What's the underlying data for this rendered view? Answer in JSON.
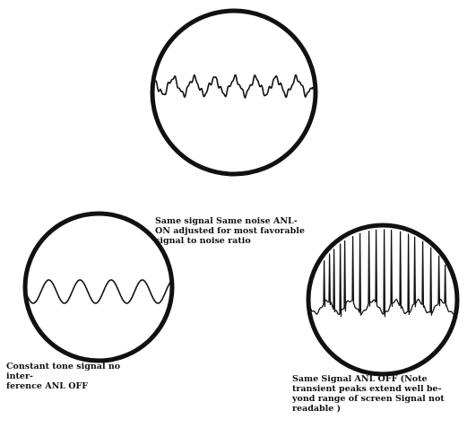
{
  "figure": {
    "captions": {
      "top": "Same signal  Same noise  ANL-\nON adjusted for most favorable\nsignal to noise ratio",
      "bottom_left": "Constant tone signal no inter-\nference ANL OFF",
      "bottom_right": "Same Signal ANL OFF  (Note\ntransient peaks extend well be-\nyond range of screen  Signal not\nreadable )"
    },
    "scopes": [
      {
        "id": "top",
        "waveform": "sine-with-noise",
        "anl": "ON"
      },
      {
        "id": "bottom_left",
        "waveform": "clean-sine",
        "anl": "OFF"
      },
      {
        "id": "bottom_right",
        "waveform": "sine-with-transient-spikes",
        "anl": "OFF"
      }
    ]
  }
}
